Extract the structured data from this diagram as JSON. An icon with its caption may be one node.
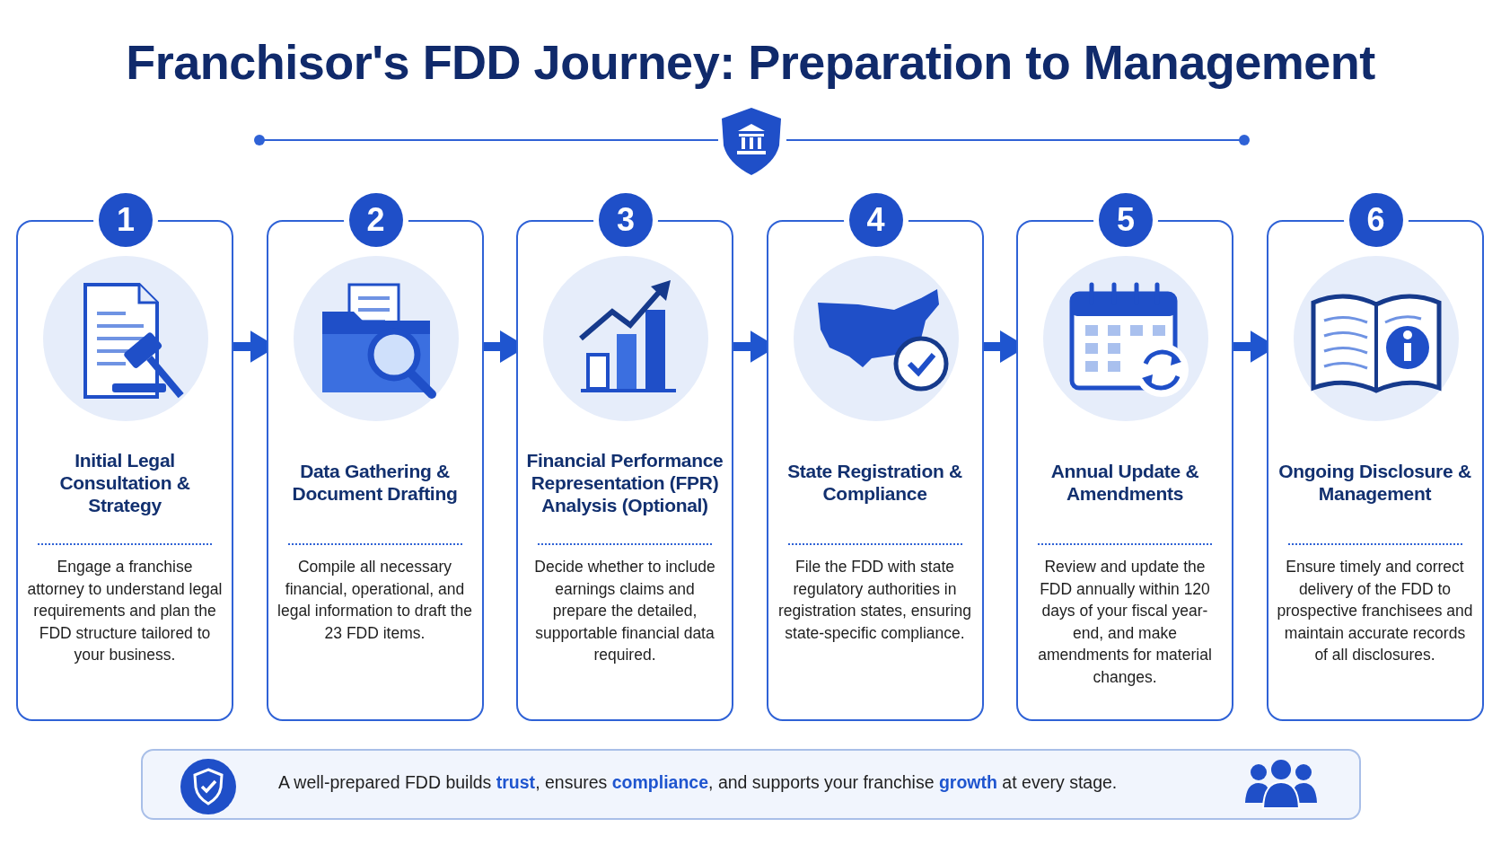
{
  "diagram": {
    "title": "Franchisor's FDD Journey: Preparation to Management",
    "nodes": [
      {
        "text": [
          "1",
          "Initial Legal Consultation & Strategy",
          "Engage a franchise attorney to understand legal requirements and plan the FDD structure tailored to your business."
        ]
      },
      {
        "text": [
          "2",
          "Data Gathering & Document Drafting",
          "Compile all necessary financial, operational, and legal information to draft the 23 FDD items."
        ]
      },
      {
        "text": [
          "3",
          "Financial Performance Representation (FPR) Analysis (Optional)",
          "Decide whether to include earnings claims and prepare the detailed, supportable financial data required."
        ]
      },
      {
        "text": [
          "4",
          "State Registration & Compliance",
          "File the FDD with state regulatory authorities in registration states, ensuring state-specific compliance."
        ]
      },
      {
        "text": [
          "5",
          "Annual Update & Amendments",
          "Review and update the FDD annually within 120 days of your fiscal year-end, and make amendments for material changes."
        ]
      },
      {
        "text": [
          "6",
          "Ongoing Disclosure & Management",
          "Ensure timely and correct delivery of the FDD to prospective franchisees and maintain accurate records of all disclosures."
        ]
      }
    ],
    "edges": [
      {
        "from": 0,
        "to": 1,
        "arrow": "to"
      },
      {
        "from": 1,
        "to": 2,
        "arrow": "to"
      },
      {
        "from": 2,
        "to": 3,
        "arrow": "to"
      },
      {
        "from": 3,
        "to": 4,
        "arrow": "to"
      },
      {
        "from": 4,
        "to": 5,
        "arrow": "to"
      }
    ],
    "labels": [
      "A well-prepared FDD builds **trust**, ensures **compliance**, and supports your franchise **growth** at every stage."
    ]
  }
}
